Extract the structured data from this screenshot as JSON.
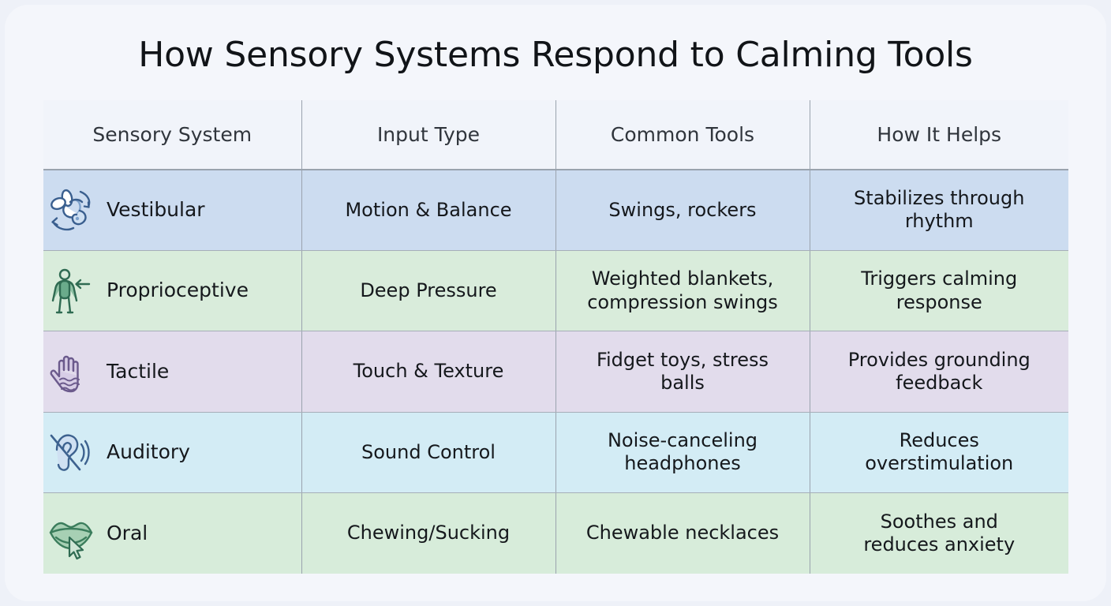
{
  "page": {
    "title": "How Sensory Systems Respond to Calming Tools",
    "background_color": "#eef1f8",
    "card_color": "#f4f6fb"
  },
  "table": {
    "columns": [
      {
        "key": "system",
        "label": "Sensory System"
      },
      {
        "key": "input",
        "label": "Input Type"
      },
      {
        "key": "tools",
        "label": "Common Tools"
      },
      {
        "key": "helps",
        "label": "How It Helps"
      }
    ],
    "rows": [
      {
        "system": "Vestibular",
        "icon": "inner-ear-rotation-icon",
        "input": "Motion & Balance",
        "tools": "Swings, rockers",
        "helps_line1": "Stabilizes through",
        "helps_line2": "rhythm",
        "row_color": "#ccdcf0",
        "icon_color": "#3a5f8f"
      },
      {
        "system": "Proprioceptive",
        "icon": "body-pressure-arrow-icon",
        "input": "Deep Pressure",
        "tools_line1": "Weighted blankets,",
        "tools_line2": "compression swings",
        "helps_line1": "Triggers calming",
        "helps_line2": "response",
        "row_color": "#d9ecdb",
        "icon_color": "#2f6b52"
      },
      {
        "system": "Tactile",
        "icon": "hand-texture-icon",
        "input": "Touch & Texture",
        "tools_line1": "Fidget toys, stress",
        "tools_line2": "balls",
        "helps_line1": "Provides grounding",
        "helps_line2": "feedback",
        "row_color": "#e2dcec",
        "icon_color": "#6b5a8c"
      },
      {
        "system": "Auditory",
        "icon": "muted-ear-soundwaves-icon",
        "input": "Sound Control",
        "tools_line1": "Noise-canceling",
        "tools_line2": "headphones",
        "helps_line1": "Reduces",
        "helps_line2": "overstimulation",
        "row_color": "#d3ecf5",
        "icon_color": "#3d628f"
      },
      {
        "system": "Oral",
        "icon": "mouth-lips-cursor-icon",
        "input": "Chewing/Sucking",
        "tools": "Chewable necklaces",
        "helps_line1": "Soothes and",
        "helps_line2": "reduces anxiety",
        "row_color": "#d7ecda",
        "icon_color": "#3b7d5c"
      }
    ]
  }
}
